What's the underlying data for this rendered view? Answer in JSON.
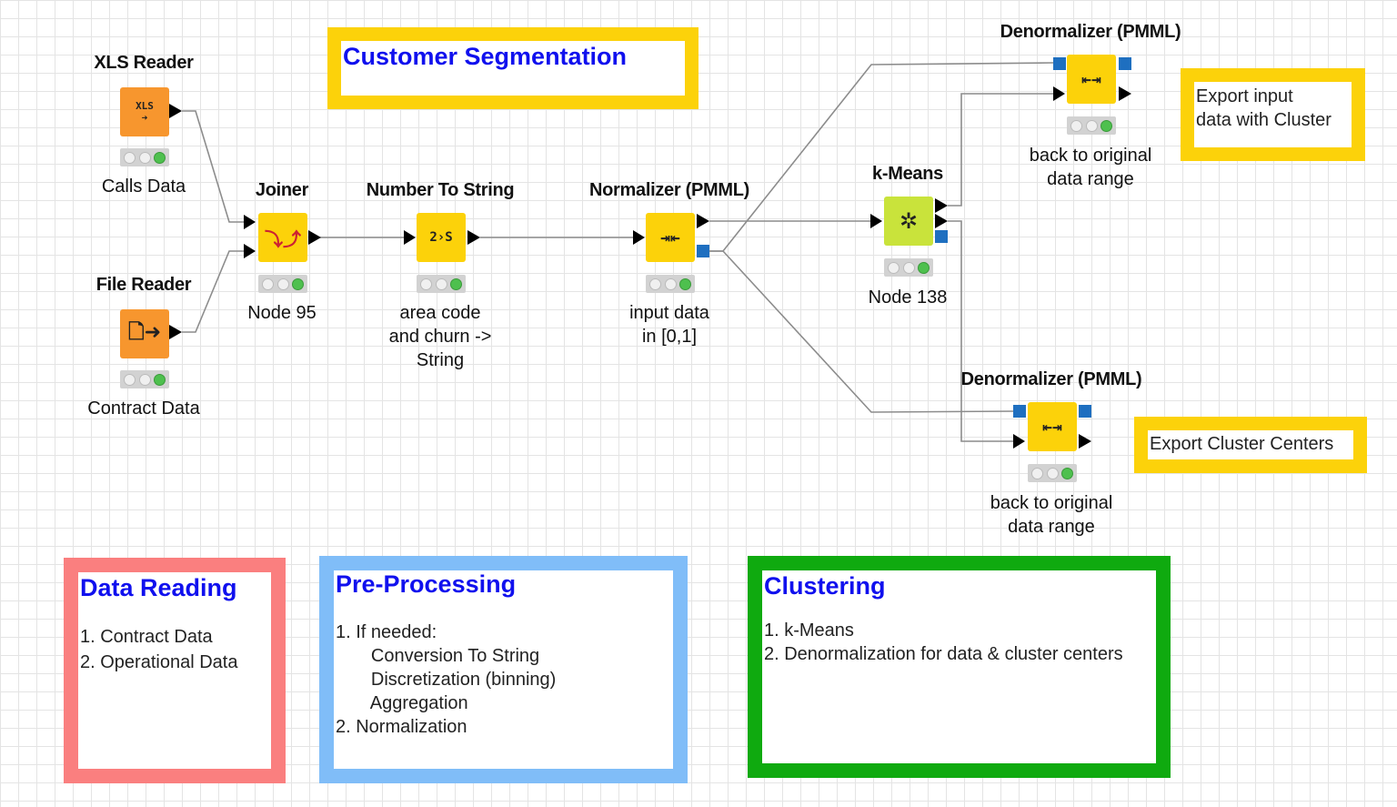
{
  "workflow": {
    "nodes": [
      {
        "id": "xls",
        "title": "XLS Reader",
        "caption": "Calls Data",
        "icon": "xls-reader-icon",
        "glyph": "XLS\n ➜",
        "color": "#f7962e"
      },
      {
        "id": "file",
        "title": "File Reader",
        "caption": "Contract Data",
        "icon": "file-reader-icon",
        "glyph": "🗋➜",
        "color": "#f7962e"
      },
      {
        "id": "joiner",
        "title": "Joiner",
        "caption": "Node 95",
        "icon": "joiner-icon",
        "glyph": "⤵⤴",
        "color": "#fcd20a"
      },
      {
        "id": "num2str",
        "title": "Number To String",
        "caption": "area code\nand churn ->\nString",
        "icon": "number-to-string-icon",
        "glyph": "2›S",
        "color": "#fcd20a"
      },
      {
        "id": "normalizer",
        "title": "Normalizer (PMML)",
        "caption": "input data\nin [0,1]",
        "icon": "normalizer-icon",
        "glyph": "⇥⇤",
        "color": "#fcd20a"
      },
      {
        "id": "kmeans",
        "title": "k-Means",
        "caption": "Node 138",
        "icon": "kmeans-icon",
        "glyph": "✲",
        "color": "#c9e33b"
      },
      {
        "id": "denorm1",
        "title": "Denormalizer (PMML)",
        "caption": "back to original\ndata range",
        "icon": "denormalizer-icon",
        "glyph": "⇤⇥",
        "color": "#fcd20a"
      },
      {
        "id": "denorm2",
        "title": "Denormalizer (PMML)",
        "caption": "back to original\ndata range",
        "icon": "denormalizer-icon",
        "glyph": "⇤⇥",
        "color": "#fcd20a"
      }
    ],
    "annotations": {
      "customer_segmentation": {
        "heading": "Customer Segmentation",
        "text": "",
        "border": "#fcd20a"
      },
      "export_input": {
        "heading": "",
        "text": "Export input\ndata with Cluster",
        "border": "#fcd20a"
      },
      "export_centers": {
        "heading": "",
        "text": "Export Cluster Centers",
        "border": "#fcd20a"
      },
      "data_reading": {
        "heading": "Data Reading",
        "text": "1. Contract Data\n2. Operational Data",
        "border": "#fa7f7f"
      },
      "pre_processing": {
        "heading": "Pre-Processing",
        "text": "1. If needed:\n       Conversion To String\n       Discretization (binning)\n       Aggregation\n2. Normalization",
        "border": "#80bdf8"
      },
      "clustering": {
        "heading": "Clustering",
        "text": "1. k-Means\n2. Denormalization for data & cluster centers",
        "border": "#0faa0f"
      }
    }
  }
}
